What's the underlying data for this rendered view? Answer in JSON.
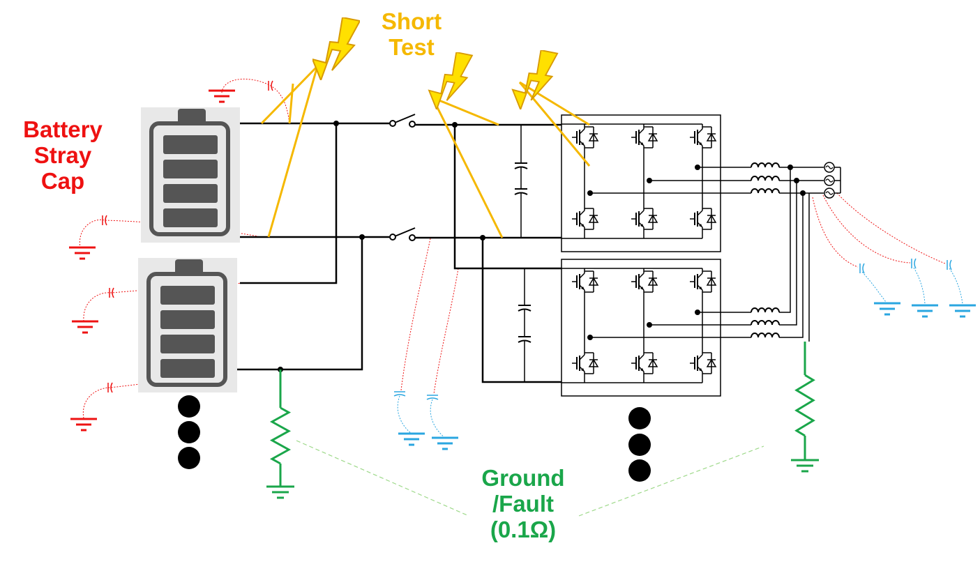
{
  "labels": {
    "battery_stray_cap": [
      "Battery",
      "Stray",
      "Cap"
    ],
    "short_test": [
      "Short",
      "Test"
    ],
    "ground_fault": [
      "Ground",
      "/Fault",
      "(0.1Ω)"
    ]
  },
  "colors": {
    "wire": "#000000",
    "short_test": "#f5b800",
    "battery_stray": "#ee1111",
    "converter_stray": "#2aa6e0",
    "ground_fault": "#1aa64a",
    "guide_line": "#9ed98a"
  },
  "icons": [
    "battery-icon",
    "lightning-bolt-icon",
    "switch-icon",
    "capacitor-icon",
    "igbt-icon",
    "inductor-icon",
    "ac-source-icon",
    "resistor-icon",
    "ground-icon",
    "ellipsis-dots-icon"
  ]
}
